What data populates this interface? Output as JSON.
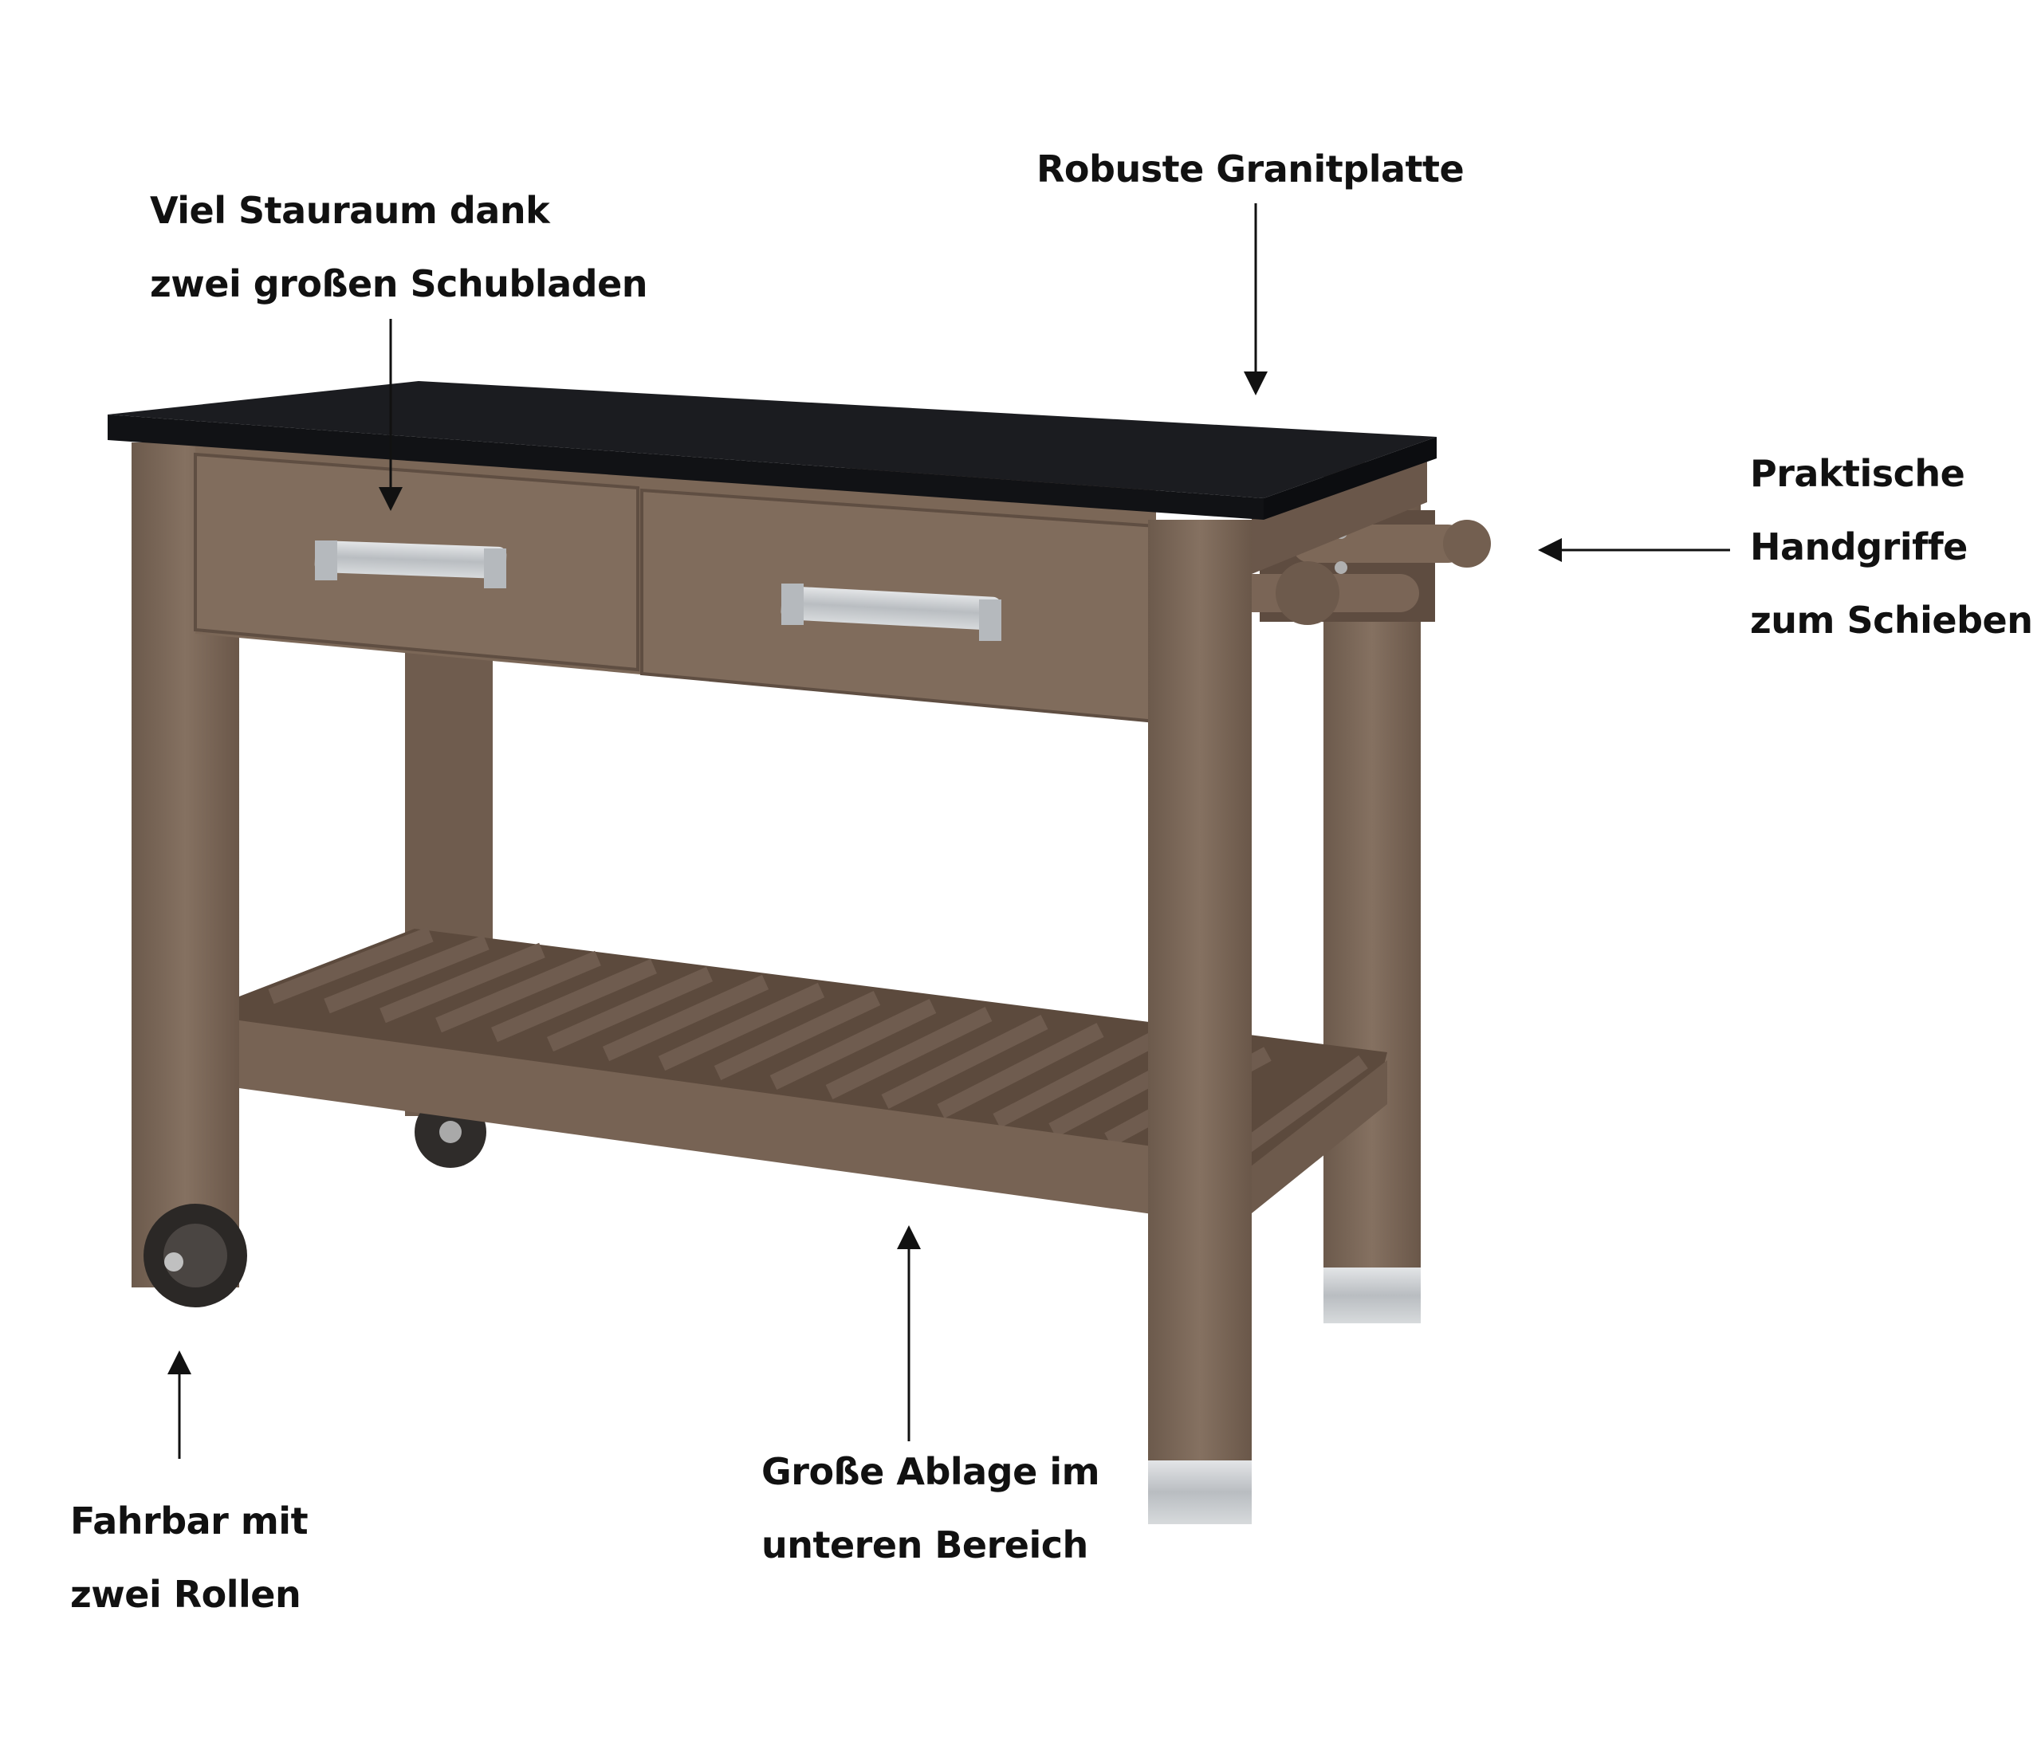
{
  "annotations": {
    "storage": {
      "lines": [
        "Viel Stauraum dank",
        "zwei großen Schubladen"
      ]
    },
    "top": {
      "lines": [
        "Robuste Granitplatte"
      ]
    },
    "handle": {
      "lines": [
        "Praktische",
        "Handgriffe",
        "zum Schieben"
      ]
    },
    "wheels": {
      "lines": [
        "Fahrbar mit",
        "zwei Rollen"
      ]
    },
    "shelf": {
      "lines": [
        "Große Ablage im",
        "unteren Bereich"
      ]
    }
  },
  "colors": {
    "text": "#111111",
    "arrow": "#111111",
    "granite": "#17181b",
    "wood": "#7a6657",
    "wood_dark": "#5d4c40",
    "metal": "#c9cccf"
  },
  "icons": {
    "drawer_handle": "metal-bar-pull",
    "push_handle": "wooden-rail-handle",
    "wheel": "caster-wheel",
    "foot_cap": "metal-foot-cap"
  }
}
